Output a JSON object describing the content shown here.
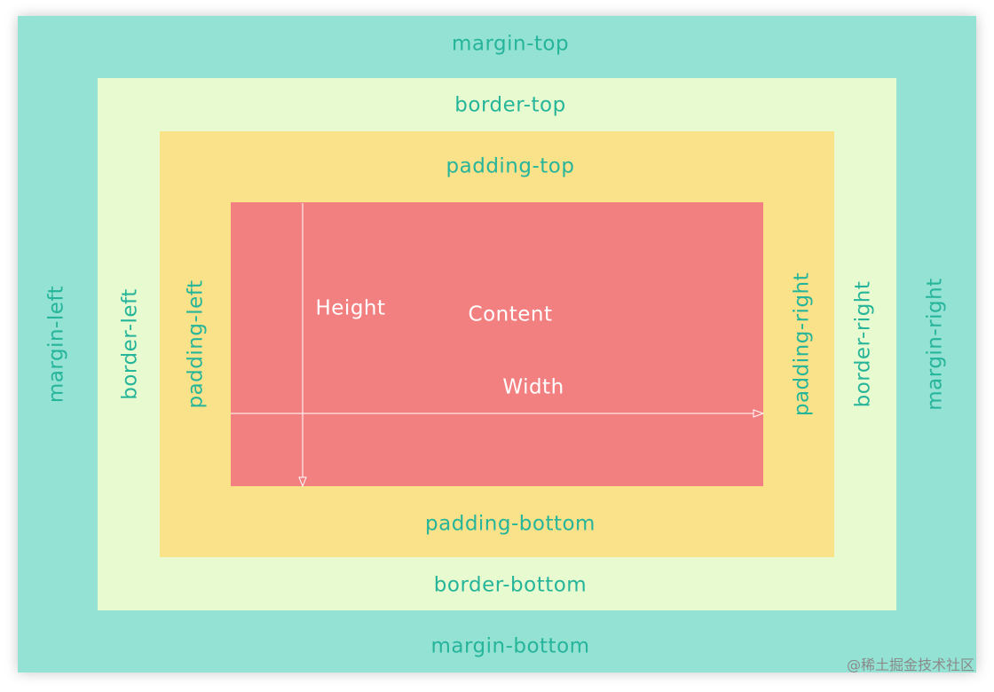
{
  "colors": {
    "margin": "#93e2d4",
    "border": "#e8fbd0",
    "padding": "#fae28b",
    "content": "#f28080",
    "label": "#26b59a",
    "content_text": "#ffffff",
    "arrow": "#ffffff"
  },
  "labels": {
    "margin_top": "margin-top",
    "margin_bottom": "margin-bottom",
    "margin_left": "margin-left",
    "margin_right": "margin-right",
    "border_top": "border-top",
    "border_bottom": "border-bottom",
    "border_left": "border-left",
    "border_right": "border-right",
    "padding_top": "padding-top",
    "padding_bottom": "padding-bottom",
    "padding_left": "padding-left",
    "padding_right": "padding-right",
    "content": "Content",
    "height": "Height",
    "width": "Width"
  },
  "watermark": "@稀土掘金技术社区"
}
